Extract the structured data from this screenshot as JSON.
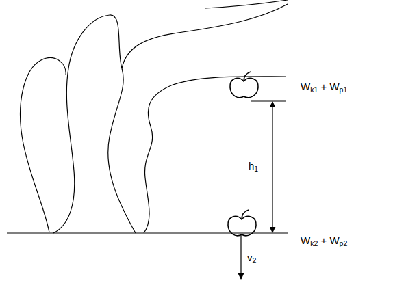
{
  "diagram": {
    "labels": [
      "Wk1 + Wp1",
      "h1",
      "Wk2 + Wp2",
      "v2"
    ]
  }
}
